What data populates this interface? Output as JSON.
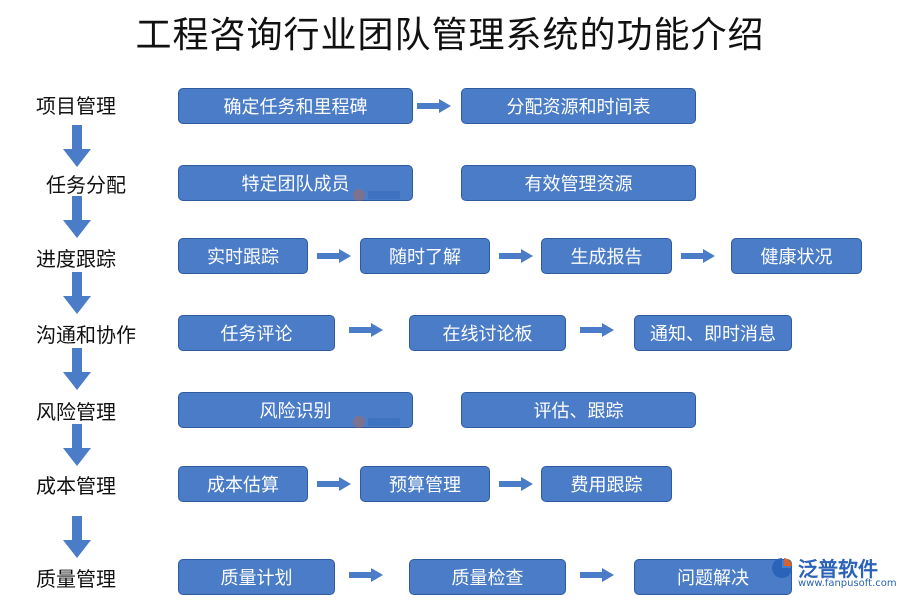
{
  "title": "工程咨询行业团队管理系统的功能介绍",
  "categories": [
    "项目管理",
    "任务分配",
    "进度跟踪",
    "沟通和协作",
    "风险管理",
    "成本管理",
    "质量管理"
  ],
  "rows": [
    [
      "确定任务和里程碑",
      "分配资源和时间表"
    ],
    [
      "特定团队成员",
      "有效管理资源"
    ],
    [
      "实时跟踪",
      "随时了解",
      "生成报告",
      "健康状况"
    ],
    [
      "任务评论",
      "在线讨论板",
      "通知、即时消息"
    ],
    [
      "风险识别",
      "评估、跟踪"
    ],
    [
      "成本估算",
      "预算管理",
      "费用跟踪"
    ],
    [
      "质量计划",
      "质量检查",
      "问题解决"
    ]
  ],
  "logo": {
    "name": "泛普软件",
    "url": "www.fanpusoft.com"
  },
  "colors": {
    "box": "#4a7cc7",
    "box_border": "#2f5a9e",
    "arrow": "#4a7cc7"
  }
}
